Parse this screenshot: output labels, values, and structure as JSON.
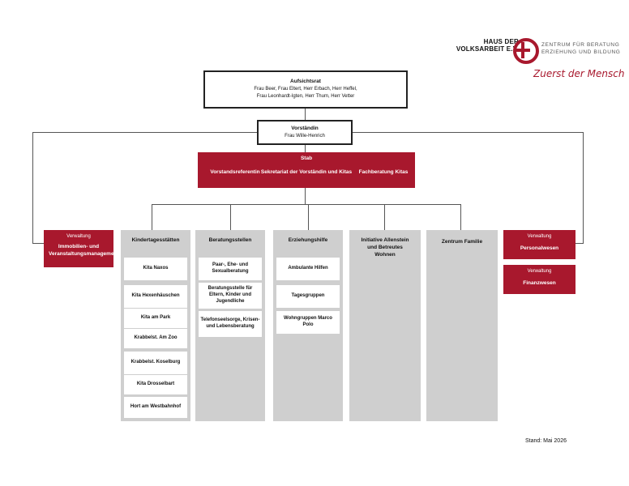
{
  "logo": {
    "line1": "HAUS DER",
    "line2": "VOLKSARBEIT E.V.",
    "sub1": "ZENTRUM FÜR BERATUNG",
    "sub2": "ERZIEHUNG UND BILDUNG",
    "slogan": "Zuerst der Mensch"
  },
  "aufsichtsrat": {
    "title": "Aufsichtsrat",
    "line1": "Frau Beer, Frau Eltert, Herr Erbach, Herr Heffel,",
    "line2": "Frau Leonhardt-Igten, Herr Thum, Herr Vetter"
  },
  "vorstand": {
    "title": "Vorständin",
    "name": "Frau Wille-Henrich"
  },
  "stab": {
    "title": "Stab",
    "items": [
      "Vorstandsreferentin",
      "Sekretariat der Vorständin und Kitas",
      "Fachberatung Kitas"
    ]
  },
  "verwaltung_left": {
    "label": "Verwaltung",
    "title": "Immobilien- und Veranstaltungsmanagement"
  },
  "kitas": {
    "title": "Kindertagesstätten",
    "items": [
      "Kita Naxos",
      "Kita Hexenhäuschen",
      "Kita am Park",
      "Krabbelst. Am Zoo",
      "Krabbelst. Koselburg",
      "Kita Drosselbart",
      "Hort am Westbahnhof"
    ]
  },
  "beratung": {
    "title": "Beratungsstellen",
    "items": [
      "Paar-, Ehe- und Sexualberatung",
      "Beratungsstelle für Eltern, Kinder und Jugendliche",
      "Telefonseelsorge, Krisen- und Lebensberatung"
    ]
  },
  "erziehung": {
    "title": "Erziehungshilfe",
    "items": [
      "Ambulante Hilfen",
      "Tagesgruppen",
      "Wohngruppen Marco Polo"
    ]
  },
  "initiative": {
    "title": "Initiative Allenstein und Betreutes Wohnen"
  },
  "familie": {
    "title": "Zentrum Familie"
  },
  "verwaltung_right1": {
    "label": "Verwaltung",
    "title": "Personalwesen"
  },
  "verwaltung_right2": {
    "label": "Verwaltung",
    "title": "Finanzwesen"
  },
  "footer": {
    "stand": "Stand: Mai 2026"
  },
  "colors": {
    "accent": "#a8182d",
    "column": "#cfcfcf"
  }
}
